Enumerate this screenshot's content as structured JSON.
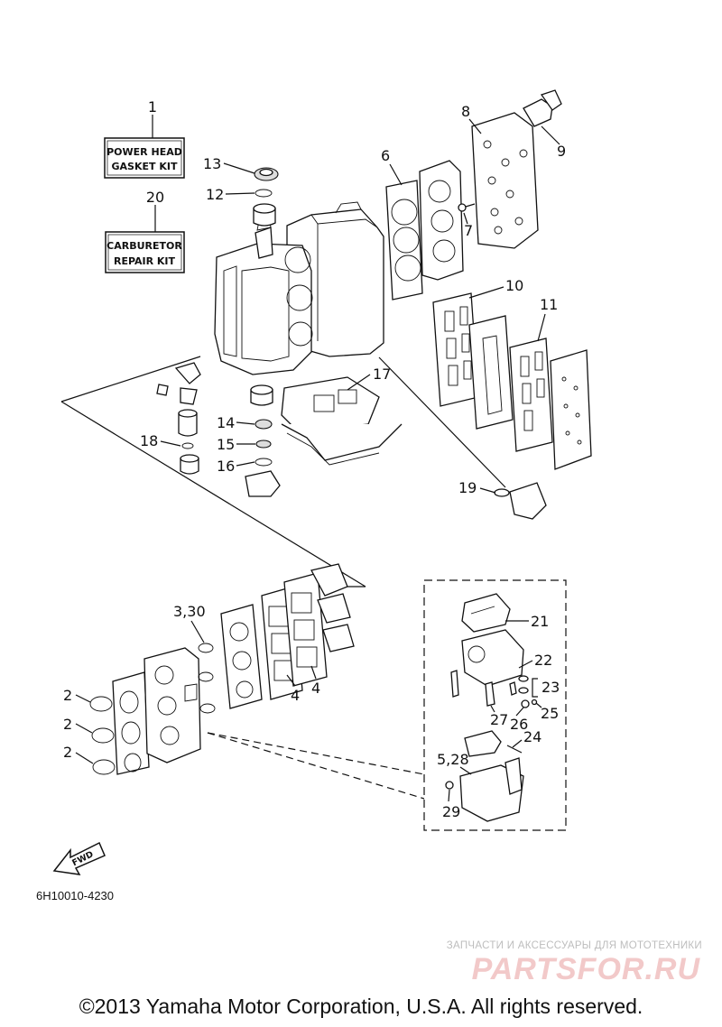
{
  "kits": {
    "power_head": {
      "number": "1",
      "line1": "POWER HEAD",
      "line2": "GASKET KIT"
    },
    "carburetor": {
      "number": "20",
      "line1": "CARBURETOR",
      "line2": "REPAIR KIT"
    }
  },
  "callouts": {
    "n2a": "2",
    "n2b": "2",
    "n2c": "2",
    "n3_30": "3,30",
    "n4a": "4",
    "n4b": "4",
    "n5_28": "5,28",
    "n6": "6",
    "n7": "7",
    "n8": "8",
    "n9": "9",
    "n10": "10",
    "n11": "11",
    "n12": "12",
    "n13": "13",
    "n14": "14",
    "n15": "15",
    "n16": "16",
    "n17": "17",
    "n18": "18",
    "n19": "19",
    "n21": "21",
    "n22": "22",
    "n23": "23",
    "n24": "24",
    "n25": "25",
    "n26": "26",
    "n27": "27",
    "n29": "29"
  },
  "fwd_label": "FWD",
  "diagram_code": "6H10010-4230",
  "watermark": {
    "line1": "ЗАПЧАСТИ И АКСЕССУАРЫ ДЛЯ МОТОТЕХНИКИ",
    "logo": "PARTSFOR.RU"
  },
  "copyright": "©2013 Yamaha Motor Corporation, U.S.A. All rights reserved."
}
